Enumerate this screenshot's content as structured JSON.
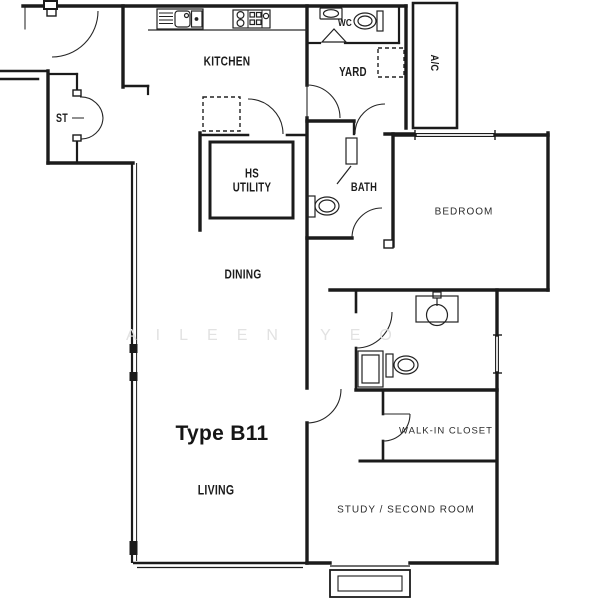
{
  "floor_plan": {
    "unit_type_label": "Type B11",
    "watermark": "AILEEN YEO",
    "rooms": {
      "kitchen": "KITCHEN",
      "wc": "WC",
      "yard": "YARD",
      "ac_ledge": "A/C",
      "store": "ST",
      "hs_utility": "HS UTILITY",
      "bath": "BATH",
      "bedroom": "BEDROOM",
      "dining": "DINING",
      "living": "LIVING",
      "walk_in_closet": "WALK-IN CLOSET",
      "study": "STUDY / SECOND ROOM"
    },
    "fixtures": [
      "kitchen-sink",
      "cooktop",
      "refrigerator-dashed",
      "washer-dashed",
      "wc-basin",
      "wc-toilet",
      "wc-shower",
      "bath-shower",
      "bath-toilet",
      "ensuite-vanity-basin",
      "ensuite-toilet",
      "ensuite-shower",
      "bay-window"
    ],
    "colors": {
      "wall": "#1b1b1b",
      "background": "#ffffff",
      "label": "#1c1c1c",
      "watermark": "#e2e2e2"
    }
  }
}
